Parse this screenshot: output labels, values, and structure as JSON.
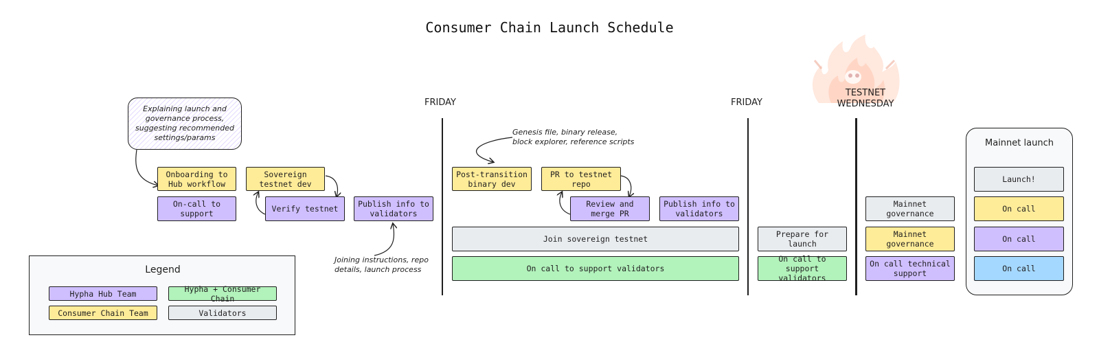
{
  "title": "Consumer Chain Launch Schedule",
  "day_labels": {
    "friday_1": "FRIDAY",
    "friday_2": "FRIDAY",
    "testnet_wednesday": "TESTNET\nWEDNESDAY"
  },
  "note": "Explaining launch and governance process, suggesting recommended settings/params",
  "annotations": {
    "genesis": "Genesis file, binary release,\nblock explorer, reference scripts",
    "joining": "Joining instructions, repo\ndetails, launch process"
  },
  "phase1": {
    "onboarding": "Onboarding to Hub workflow",
    "oncall_support": "On-call to support",
    "sovereign_dev": "Sovereign testnet dev",
    "verify_testnet": "Verify testnet",
    "publish_info": "Publish info to validators"
  },
  "phase2": {
    "post_transition": "Post-transition binary dev",
    "pr_testnet": "PR to testnet repo",
    "review_merge": "Review and merge PR",
    "publish_info": "Publish info to validators",
    "join_sovereign": "Join sovereign testnet",
    "oncall_validators": "On call to support validators"
  },
  "phase3": {
    "prepare_launch": "Prepare for launch",
    "oncall_validators": "On call to support validators"
  },
  "phase4": {
    "mainnet_gov_grey": "Mainnet governance",
    "mainnet_gov_yellow": "Mainnet governance",
    "oncall_technical": "On call technical support"
  },
  "mainnet": {
    "label": "Mainnet launch",
    "launch": "Launch!",
    "oncall_yellow": "On call",
    "oncall_purple": "On call",
    "oncall_blue": "On call"
  },
  "legend": {
    "title": "Legend",
    "hypha_hub": "Hypha Hub Team",
    "hypha_consumer": "Hypha + Consumer Chain",
    "consumer_team": "Consumer Chain Team",
    "validators": "Validators"
  },
  "colors": {
    "yellow": "#ffec99",
    "purple": "#d0bfff",
    "grey": "#e9ecef",
    "green": "#b2f2bb",
    "blue": "#a5d8ff"
  },
  "icons": {
    "mascot": "fire-mascot-icon"
  }
}
